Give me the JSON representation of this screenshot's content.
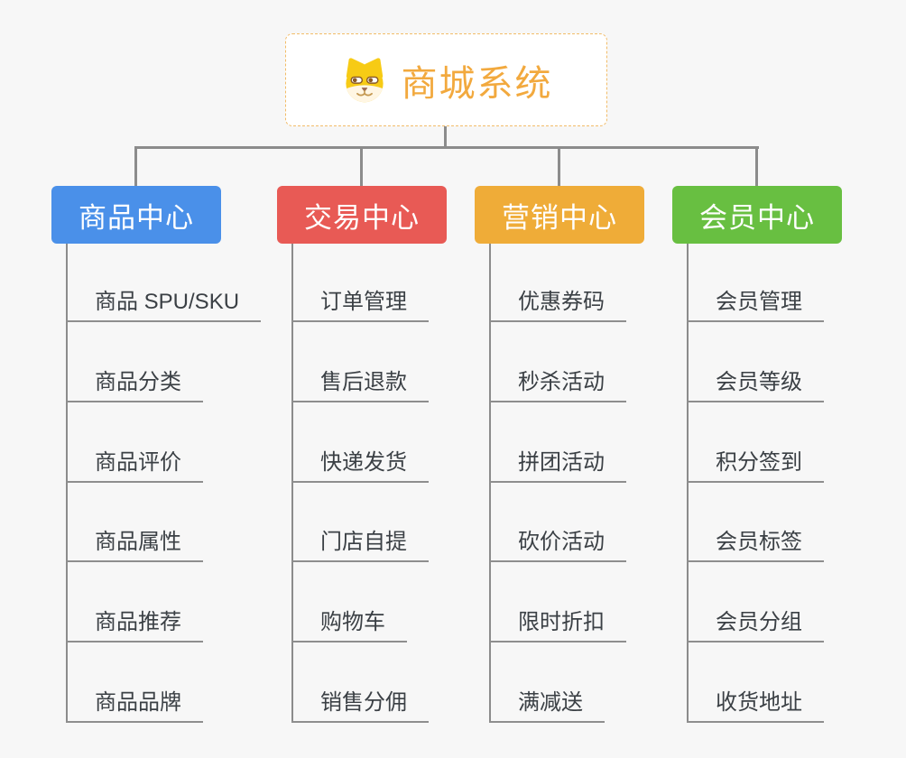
{
  "root": {
    "title": "商城系统",
    "icon": "doge-icon",
    "title_color": "#F2A93E",
    "border_color": "#F2BC69"
  },
  "branches": [
    {
      "label": "商品中心",
      "color": "#4A90E9",
      "items": [
        "商品 SPU/SKU",
        "商品分类",
        "商品评价",
        "商品属性",
        "商品推荐",
        "商品品牌"
      ]
    },
    {
      "label": "交易中心",
      "color": "#E85A55",
      "items": [
        "订单管理",
        "售后退款",
        "快递发货",
        "门店自提",
        "购物车",
        "销售分佣"
      ]
    },
    {
      "label": "营销中心",
      "color": "#EFAC38",
      "items": [
        "优惠券码",
        "秒杀活动",
        "拼团活动",
        "砍价活动",
        "限时折扣",
        "满减送"
      ]
    },
    {
      "label": "会员中心",
      "color": "#68BF41",
      "items": [
        "会员管理",
        "会员等级",
        "积分签到",
        "会员标签",
        "会员分组",
        "收货地址"
      ]
    }
  ],
  "connector_color": "#8C8C8C",
  "background_color": "#F7F7F7"
}
